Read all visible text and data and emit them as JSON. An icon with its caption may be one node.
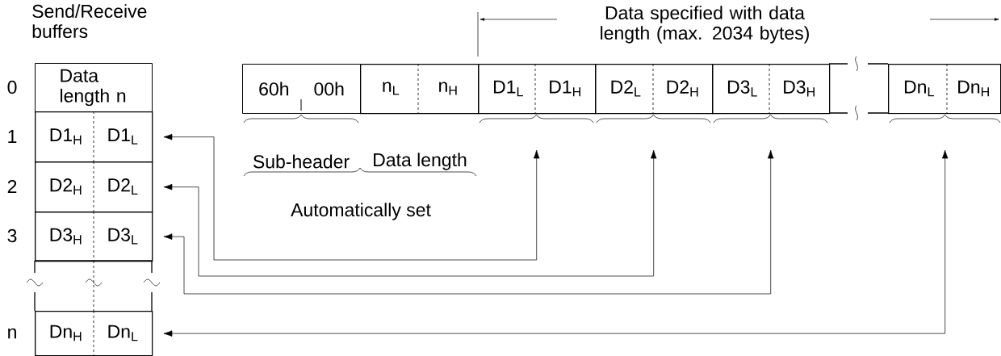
{
  "diagram": {
    "nodes": [
      {
        "text": [
          "Data length n"
        ]
      },
      {
        "text": [],
        "shape": "box"
      },
      {
        "text": [
          "D1$_{H}$"
        ],
        "in": 1
      },
      {
        "text": [
          "D1$_{L}$"
        ],
        "in": 1
      },
      {
        "text": [],
        "shape": "box"
      },
      {
        "text": [
          "D2$_{H}$"
        ],
        "in": 4
      },
      {
        "text": [
          "D2$_{L}$"
        ],
        "in": 4
      },
      {
        "text": [],
        "shape": "box"
      },
      {
        "text": [
          "D3$_{H}$"
        ],
        "in": 7
      },
      {
        "text": [
          "D3$_{L}$"
        ],
        "in": 7
      },
      {
        "text": [],
        "shape": "box"
      },
      {
        "text": [
          "Dn$_{H}$"
        ],
        "in": 10
      },
      {
        "text": [
          "Dn$_{L}$"
        ],
        "in": 10
      },
      {
        "text": [
          "60h",
          "00h"
        ]
      },
      {
        "text": [],
        "shape": "box"
      },
      {
        "text": [
          "n$_{L}$"
        ],
        "in": 14
      },
      {
        "text": [
          "n$_{H}$"
        ],
        "in": 14
      },
      {
        "text": [],
        "shape": "box"
      },
      {
        "text": [
          "D1$_{L}$"
        ],
        "in": 17
      },
      {
        "text": [
          "D1$_{H}$"
        ],
        "in": 17
      },
      {
        "text": [],
        "shape": "box"
      },
      {
        "text": [
          "D2$_{L}$"
        ],
        "in": 20
      },
      {
        "text": [
          "D2$_{H}$"
        ],
        "in": 20
      },
      {
        "text": [],
        "shape": "box"
      },
      {
        "text": [
          "D3$_{L}$"
        ],
        "in": 23
      },
      {
        "text": [
          "D3$_{H}$"
        ],
        "in": 23
      },
      {
        "text": [],
        "shape": "box"
      },
      {
        "text": [
          "Dn$_{L}$"
        ],
        "in": 26
      },
      {
        "text": [
          "Dn$_{H}$"
        ],
        "in": 26
      },
      {
        "text": [],
        "shape": "brace"
      },
      {
        "text": [],
        "shape": "brace"
      },
      {
        "text": [],
        "shape": "brace"
      },
      {
        "text": [],
        "shape": "brace"
      }
    ],
    "edges": [
      {
        "from": 29,
        "to": 1,
        "arrow": "both"
      },
      {
        "from": 30,
        "to": 4,
        "arrow": "both"
      },
      {
        "from": 31,
        "to": 7,
        "arrow": "both"
      },
      {
        "from": 32,
        "to": 10,
        "arrow": "both"
      }
    ],
    "labels": [
      "Send/Receive buffers",
      "Data specified with data length (max. 2034 bytes)",
      "0",
      "1",
      "2",
      "3",
      "n",
      "Sub-header",
      "Data length",
      "Automatically set"
    ]
  }
}
